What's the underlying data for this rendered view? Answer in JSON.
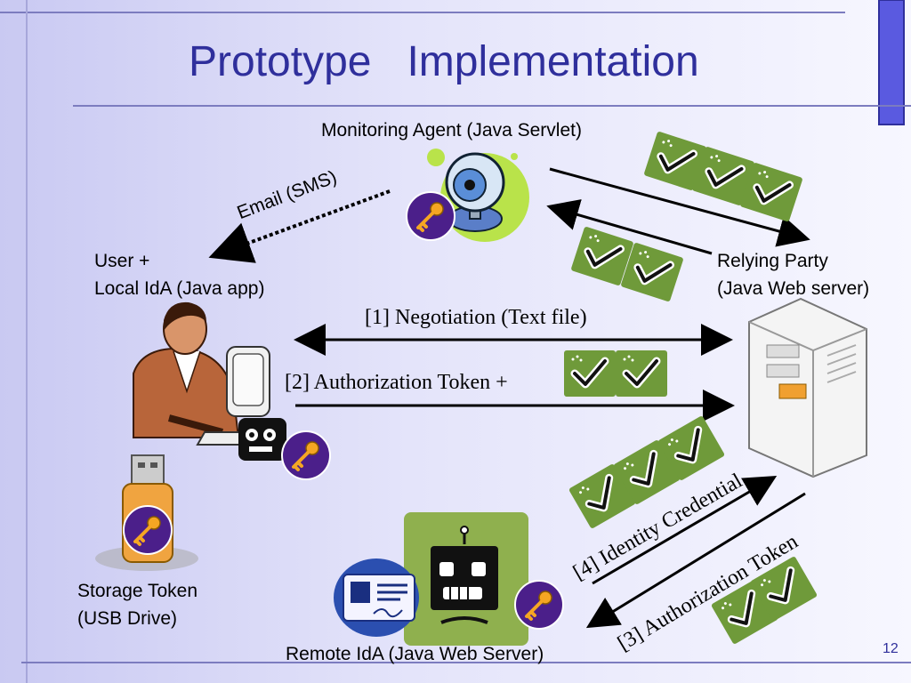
{
  "slide": {
    "title": "Prototype   Implementation",
    "page_number": "12"
  },
  "nodes": {
    "monitoring_agent": "Monitoring Agent (Java Servlet)",
    "user_line1": "User +",
    "user_line2": "Local IdA (Java app)",
    "relying_party_line1": "Relying Party",
    "relying_party_line2": "(Java Web server)",
    "storage_line1": "Storage Token",
    "storage_line2": "(USB Drive)",
    "remote_ida": "Remote IdA (Java Web Server)"
  },
  "edges": {
    "email": "Email (SMS)",
    "negotiation": "[1] Negotiation (Text file)",
    "authorization": "[2] Authorization Token +",
    "identity_credential": "[4] Identity Credential",
    "authorization_token": "[3] Authorization Token"
  },
  "colors": {
    "title": "#2f2f9c",
    "check_tile": "#6f9a3a",
    "key_badge": "#4b1f8a",
    "remote_panel": "#8fb04e"
  }
}
